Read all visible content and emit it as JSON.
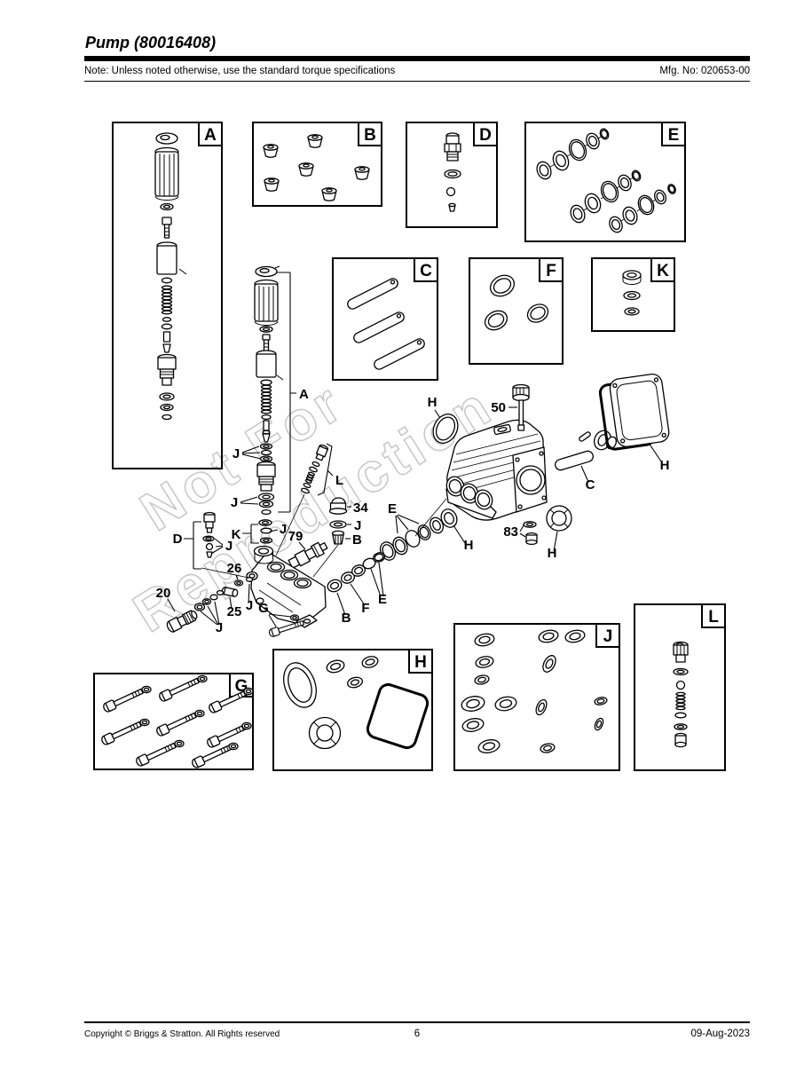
{
  "header": {
    "title": "Pump (80016408)",
    "note": "Note: Unless noted otherwise, use the standard torque specifications",
    "mfg_no": "Mfg. No: 020653-00"
  },
  "footer": {
    "copyright": "Copyright ©  Briggs & Stratton. All Rights reserved",
    "page": "6",
    "date": "09-Aug-2023"
  },
  "watermark": {
    "line1": "Not For",
    "line2": "Reproduction"
  },
  "labels": {
    "a": "A",
    "b": "B",
    "c": "C",
    "d": "D",
    "e": "E",
    "f": "F",
    "g": "G",
    "h": "H",
    "j": "J",
    "k": "K",
    "l": "L",
    "n20": "20",
    "n25": "25",
    "n26": "26",
    "n34": "34",
    "n50": "50",
    "n79": "79",
    "n83": "83"
  },
  "colors": {
    "ink": "#000000",
    "watermark": "#c7c7c7",
    "paper": "#ffffff"
  }
}
